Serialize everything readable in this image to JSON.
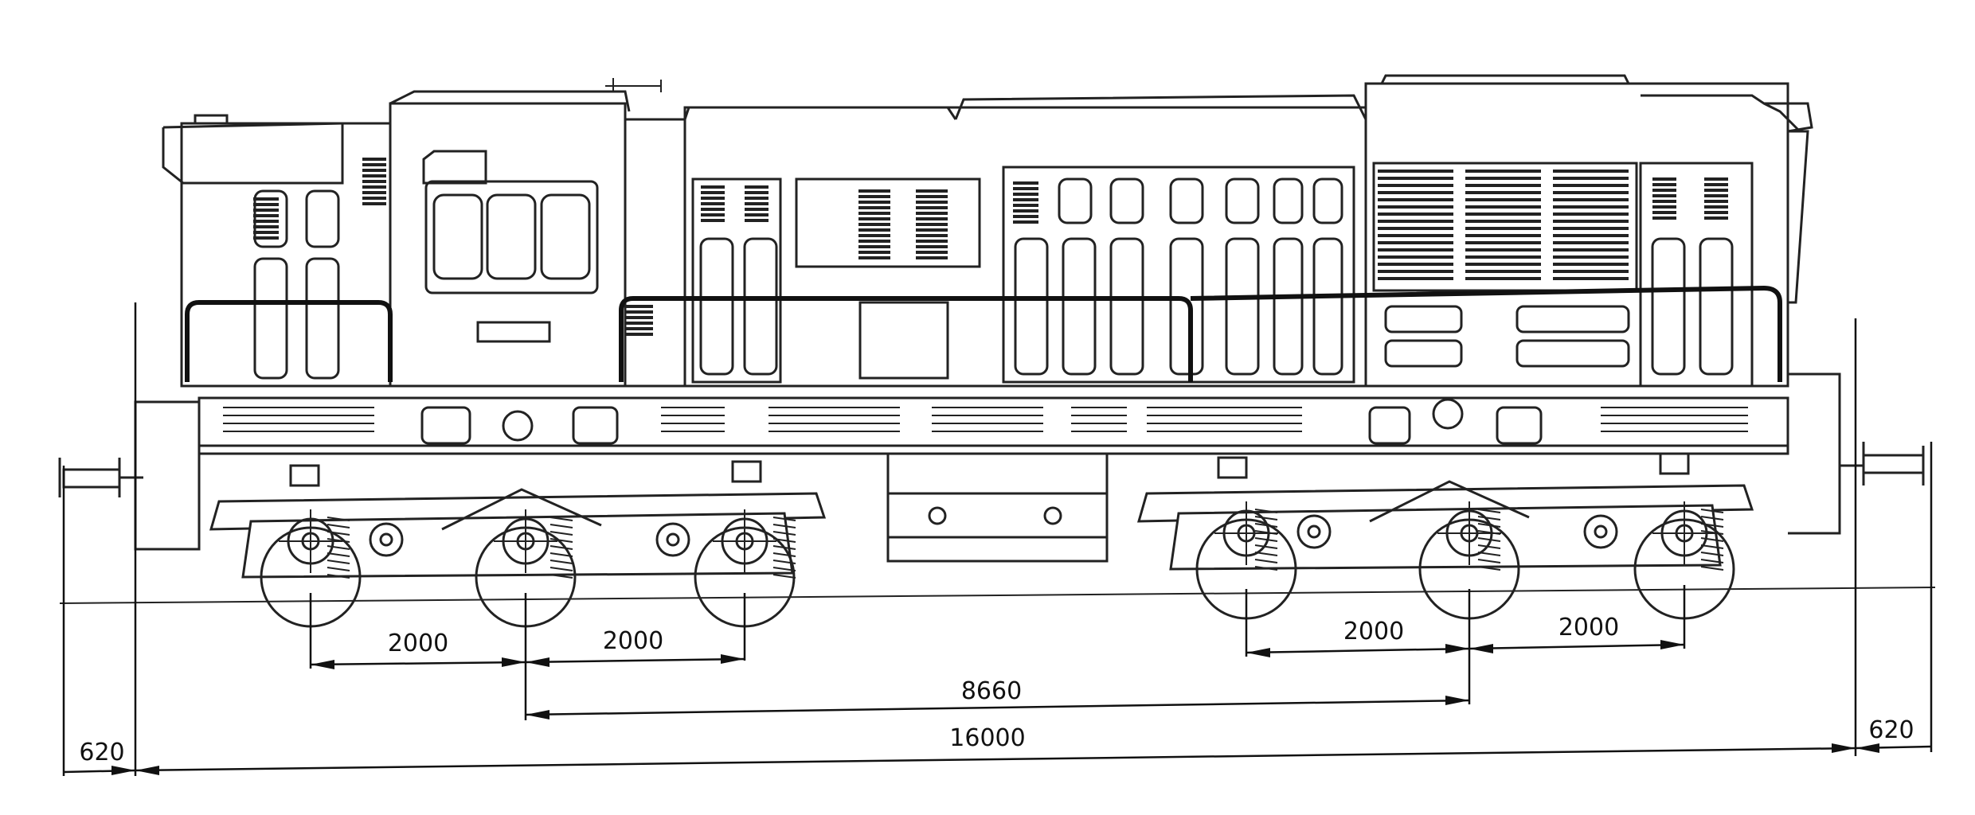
{
  "dimensions": {
    "bogie_a_axle_1_2": "2000",
    "bogie_a_axle_2_3": "2000",
    "bogie_b_axle_1_2": "2000",
    "bogie_b_axle_2_3": "2000",
    "bogie_centres": "8660",
    "length_over_body": "16000",
    "buffer_left": "620",
    "buffer_right": "620"
  }
}
